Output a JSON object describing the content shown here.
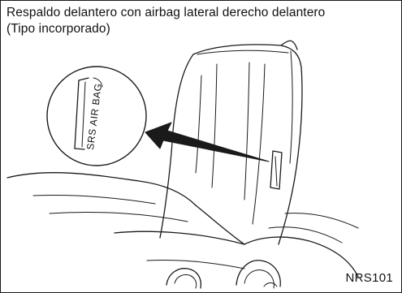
{
  "caption": {
    "line1": "Respaldo delantero con airbag lateral derecho delantero",
    "line2": "(Tipo incorporado)"
  },
  "label_tag": {
    "text": "SRS AIR BAG"
  },
  "figure_code": "NRS101",
  "colors": {
    "ink": "#1a1a1a",
    "paper": "#ffffff"
  }
}
